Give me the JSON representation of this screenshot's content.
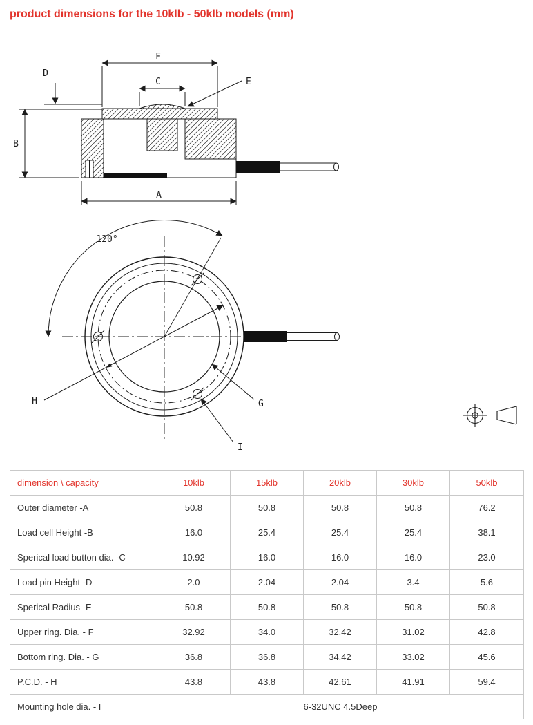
{
  "title": "product dimensions for the 10klb - 50klb models (mm)",
  "colors": {
    "accent": "#e2342c",
    "line": "#1c1c1c",
    "table_border": "#c9c9c9",
    "text": "#333333"
  },
  "drawing": {
    "side_labels": {
      "A": "A",
      "B": "B",
      "C": "C",
      "D": "D",
      "E": "E",
      "F": "F"
    },
    "top_labels": {
      "G": "G",
      "H": "H",
      "I": "I",
      "angle": "120°"
    }
  },
  "table": {
    "header": [
      "dimension \\ capacity",
      "10klb",
      "15klb",
      "20klb",
      "30klb",
      "50klb"
    ],
    "rows": [
      {
        "label": "Outer diameter -A",
        "values": [
          "50.8",
          "50.8",
          "50.8",
          "50.8",
          "76.2"
        ]
      },
      {
        "label": "Load cell Height -B",
        "values": [
          "16.0",
          "25.4",
          "25.4",
          "25.4",
          "38.1"
        ]
      },
      {
        "label": "Sperical load button dia. -C",
        "values": [
          "10.92",
          "16.0",
          "16.0",
          "16.0",
          "23.0"
        ]
      },
      {
        "label": "Load pin Height -D",
        "values": [
          "2.0",
          "2.04",
          "2.04",
          "3.4",
          "5.6"
        ]
      },
      {
        "label": "Sperical Radius -E",
        "values": [
          "50.8",
          "50.8",
          "50.8",
          "50.8",
          "50.8"
        ]
      },
      {
        "label": "Upper ring. Dia. - F",
        "values": [
          "32.92",
          "34.0",
          "32.42",
          "31.02",
          "42.8"
        ]
      },
      {
        "label": "Bottom ring. Dia. - G",
        "values": [
          "36.8",
          "36.8",
          "34.42",
          "33.02",
          "45.6"
        ]
      },
      {
        "label": "P.C.D. - H",
        "values": [
          "43.8",
          "43.8",
          "42.61",
          "41.91",
          "59.4"
        ]
      },
      {
        "label": "Mounting hole dia. - I",
        "merged": "6-32UNC 4.5Deep"
      }
    ]
  }
}
